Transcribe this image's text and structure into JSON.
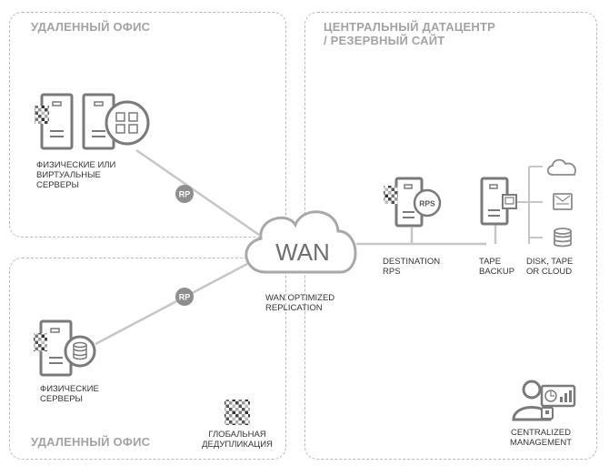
{
  "zones": {
    "remote_top": "УДАЛЕННЫЙ ОФИС",
    "remote_bottom": "УДАЛЕННЫЙ ОФИС",
    "datacenter": "ЦЕНТРАЛЬНЫЙ ДАТАЦЕНТР\n/ РЕЗЕРВНЫЙ САЙТ"
  },
  "labels": {
    "physical_virtual": "ФИЗИЧЕСКИЕ ИЛИ\nВИРТУАЛЬНЫЕ\nСЕРВЕРЫ",
    "physical": "ФИЗИЧЕСКИЕ\nСЕРВЕРЫ",
    "global_dedup": "ГЛОБАЛЬНАЯ\nДЕДУПЛИКАЦИЯ",
    "wan": "WAN",
    "wan_replication": "WAN OPTIMIZED\nREPLICATION",
    "destination_rps": "DESTINATION\nRPS",
    "tape_backup": "TAPE\nBACKUP",
    "storage": "DISK, TAPE\nOR CLOUD",
    "centralized": "CENTRALIZED\nMANAGEMENT",
    "rp_badge": "RP",
    "rps_badge": "RPS"
  },
  "colors": {
    "icon_stroke": "#7a7a7a",
    "line": "#c6c6c6",
    "badge": "#8e8e8e",
    "zone_title": "#a3a3a3"
  }
}
